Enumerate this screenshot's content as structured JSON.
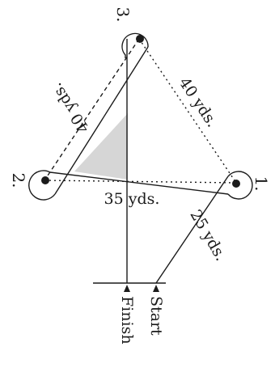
{
  "diagram": {
    "posts": [
      {
        "number": "1."
      },
      {
        "number": "2."
      },
      {
        "number": "3."
      }
    ],
    "distances": {
      "start_to_post1": "25 yds.",
      "post1_to_post3": "40 yds.",
      "post3_to_post2": "40 yds.",
      "post2_to_post1": "35 yds."
    },
    "markers": {
      "start": "Start",
      "finish": "Finish"
    },
    "colors": {
      "ink": "#1b1b1b",
      "shading": "#d6d6d6",
      "background": "#ffffff"
    }
  }
}
